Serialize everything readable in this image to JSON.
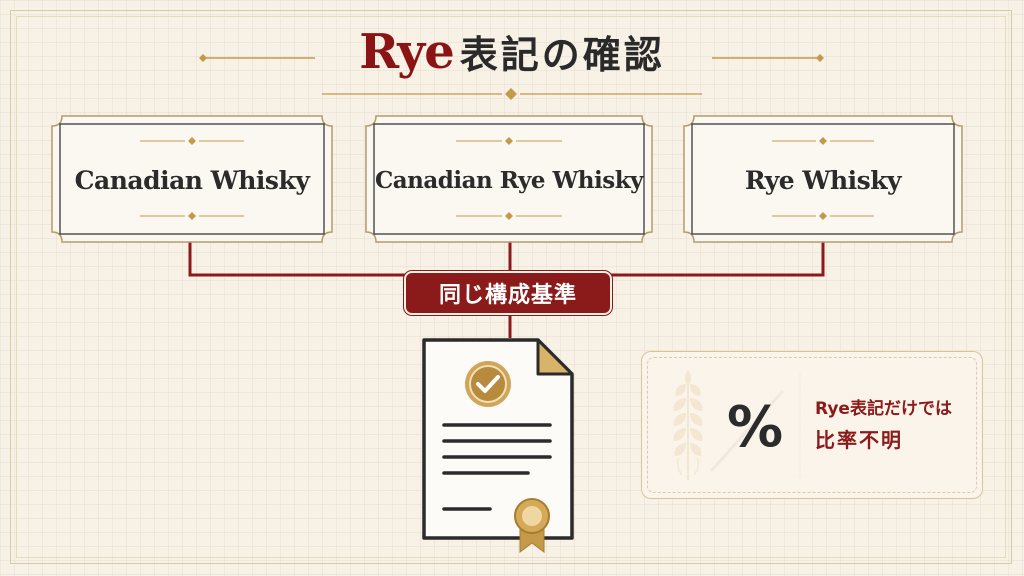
{
  "title": {
    "en": "Rye",
    "ja": "表記の確認"
  },
  "label_boxes": [
    {
      "label": "Canadian Whisky"
    },
    {
      "label": "Canadian Rye Whisky"
    },
    {
      "label": "Rye Whisky"
    }
  ],
  "connector_tag": "同じ構成基準",
  "info": {
    "symbol": "%",
    "line1": "Rye表記だけでは",
    "line2": "比率不明"
  },
  "colors": {
    "accent_red": "#8b1a1a",
    "gold": "#c49a4a",
    "background": "#f7f1e6",
    "ink": "#2b2b2b"
  },
  "icons": [
    "rye-grain-icon",
    "certificate-document-icon",
    "check-seal-icon",
    "ribbon-award-icon"
  ]
}
